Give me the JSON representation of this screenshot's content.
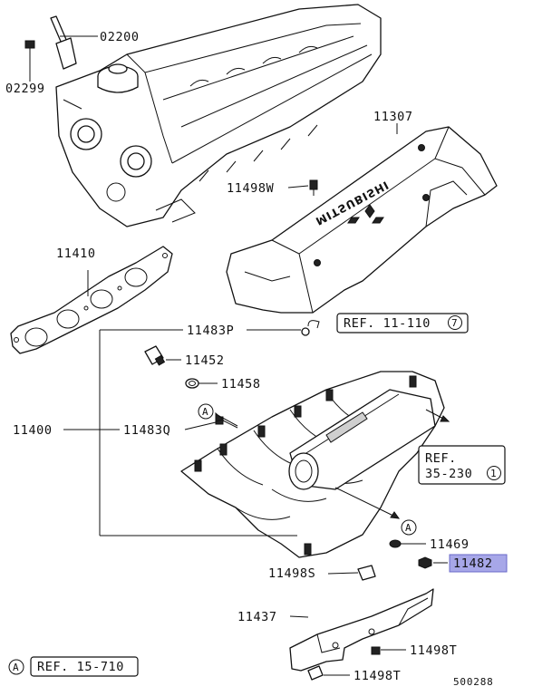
{
  "callouts": {
    "p02200": "02200",
    "p02299": "02299",
    "p11307": "11307",
    "p11498w": "11498W",
    "p11410": "11410",
    "p11483p": "11483P",
    "p11452": "11452",
    "p11458": "11458",
    "p11400": "11400",
    "p11483q": "11483Q",
    "p11469": "11469",
    "p11482": "11482",
    "p11498s": "11498S",
    "p11437": "11437",
    "p11498t_top": "11498T",
    "p11498t_bottom": "11498T"
  },
  "references": {
    "ref1_text": "REF. 11-110",
    "ref1_num": "7",
    "ref2_line1": "REF.",
    "ref2_line2": "35-230",
    "ref2_num": "1",
    "ref3_text": "REF. 15-710",
    "ref3_marker": "A"
  },
  "markers": {
    "a_top": "A",
    "a_bottom": "A"
  },
  "cover_text": "MITSUBISHI",
  "drawing_number": "500288",
  "colors": {
    "highlight": "#a7a7e8",
    "line": "#111111"
  }
}
